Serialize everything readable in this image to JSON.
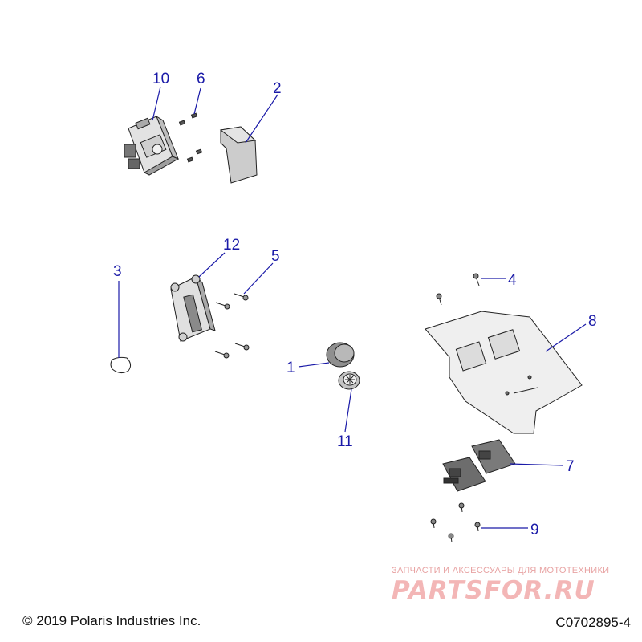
{
  "callouts": {
    "c1": "1",
    "c2": "2",
    "c3": "3",
    "c4": "4",
    "c5": "5",
    "c6": "6",
    "c7": "7",
    "c8": "8",
    "c9": "9",
    "c10": "10",
    "c11": "11",
    "c12": "12"
  },
  "footer": {
    "copyright": "© 2019 Polaris Industries Inc.",
    "part_code": "C0702895-4"
  },
  "watermark": {
    "tagline": "ЗАПЧАСТИ И АКСЕССУАРЫ ДЛЯ МОТОТЕХНИКИ",
    "logo": "PARTSFOR.RU"
  },
  "colors": {
    "callout": "#1a1aa8",
    "part_fill": "#d9d9d9",
    "part_dark": "#8c8c8c"
  }
}
